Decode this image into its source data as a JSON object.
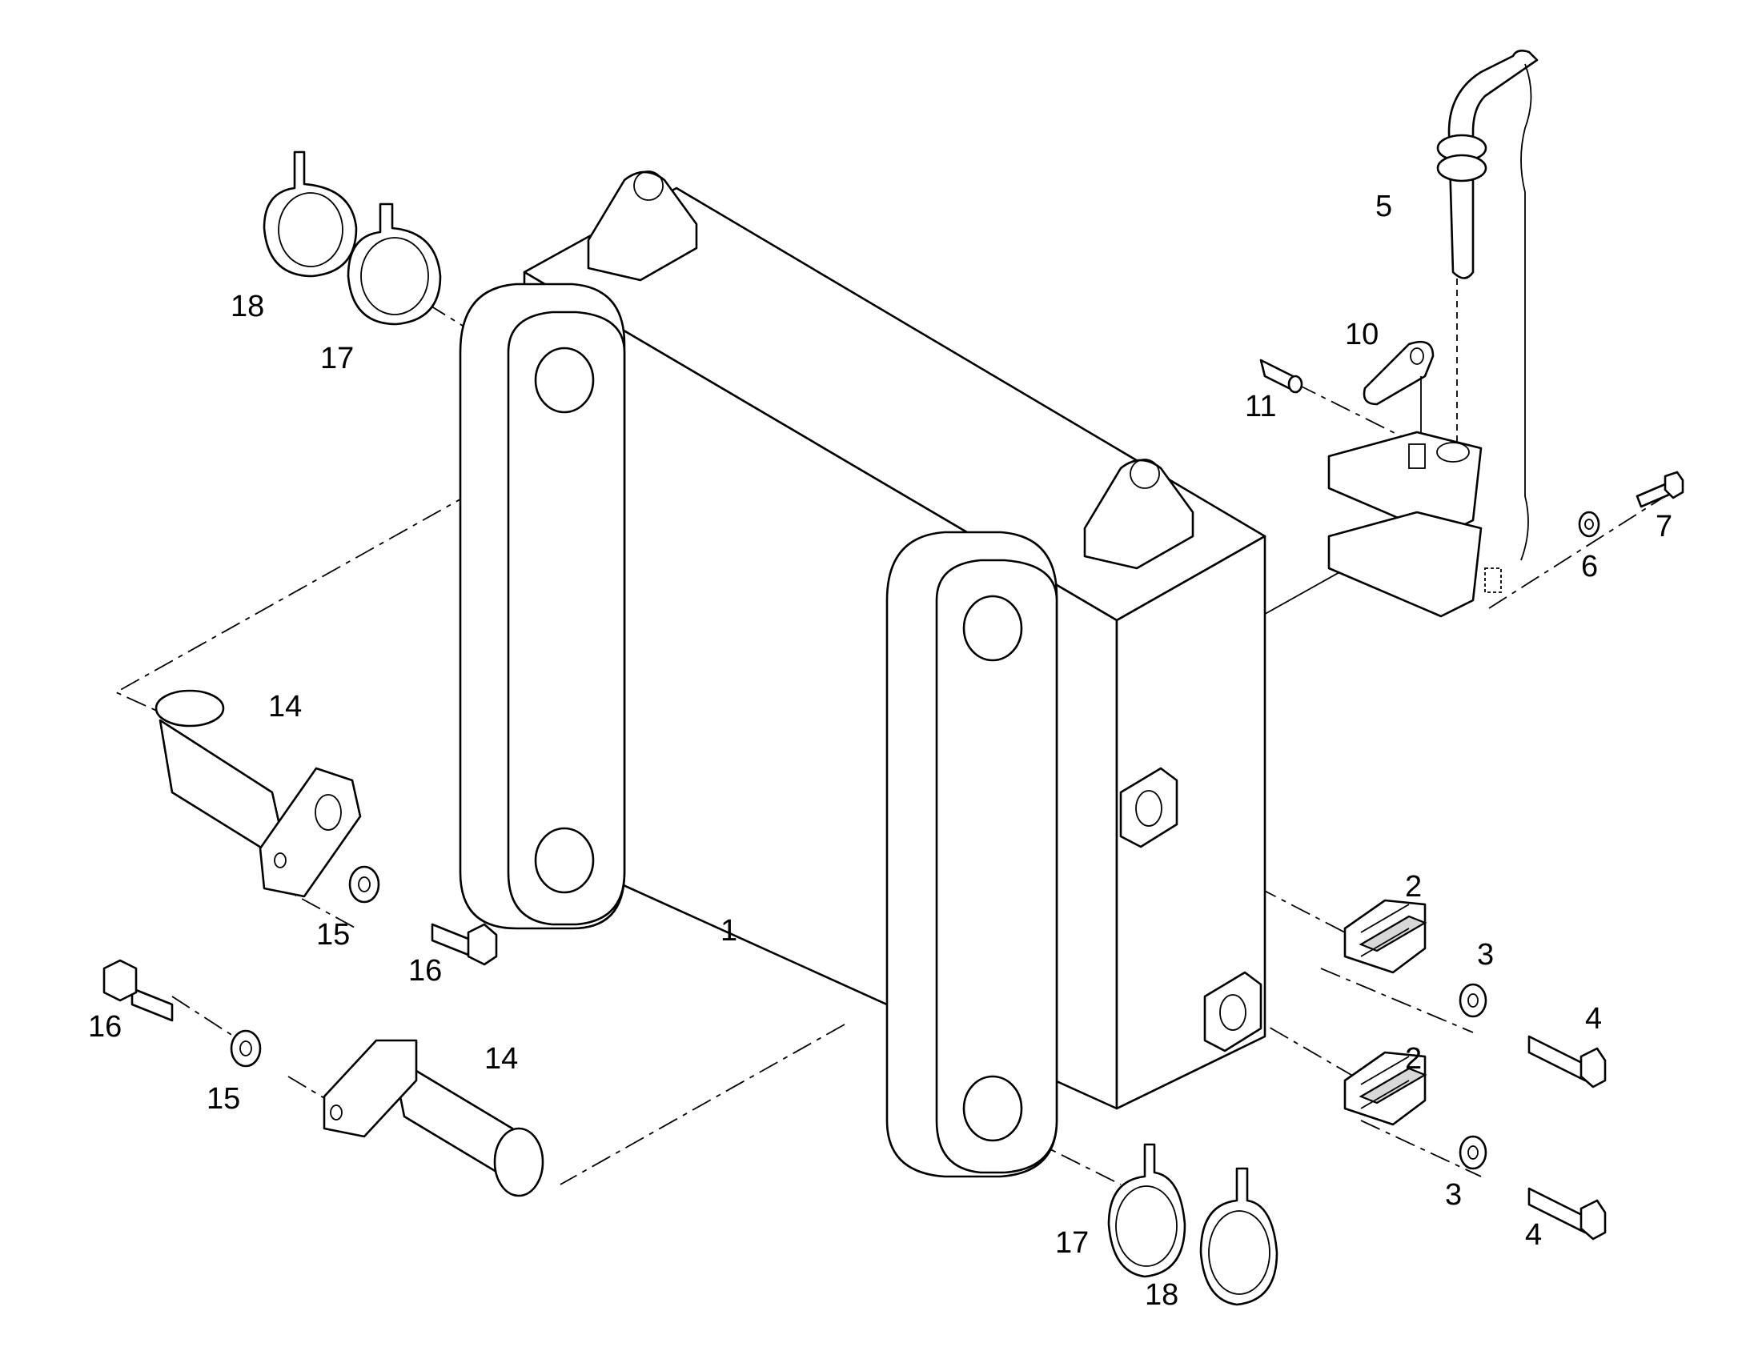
{
  "callouts": [
    {
      "id": "c1",
      "text": "1"
    },
    {
      "id": "c2a",
      "text": "2"
    },
    {
      "id": "c2b",
      "text": "2"
    },
    {
      "id": "c3a",
      "text": "3"
    },
    {
      "id": "c3b",
      "text": "3"
    },
    {
      "id": "c4a",
      "text": "4"
    },
    {
      "id": "c4b",
      "text": "4"
    },
    {
      "id": "c5",
      "text": "5"
    },
    {
      "id": "c6",
      "text": "6"
    },
    {
      "id": "c7",
      "text": "7"
    },
    {
      "id": "c10",
      "text": "10"
    },
    {
      "id": "c11",
      "text": "11"
    },
    {
      "id": "c14a",
      "text": "14"
    },
    {
      "id": "c14b",
      "text": "14"
    },
    {
      "id": "c15a",
      "text": "15"
    },
    {
      "id": "c15b",
      "text": "15"
    },
    {
      "id": "c16a",
      "text": "16"
    },
    {
      "id": "c16b",
      "text": "16"
    },
    {
      "id": "c17a",
      "text": "17"
    },
    {
      "id": "c17b",
      "text": "17"
    },
    {
      "id": "c18a",
      "text": "18"
    },
    {
      "id": "c18b",
      "text": "18"
    }
  ]
}
